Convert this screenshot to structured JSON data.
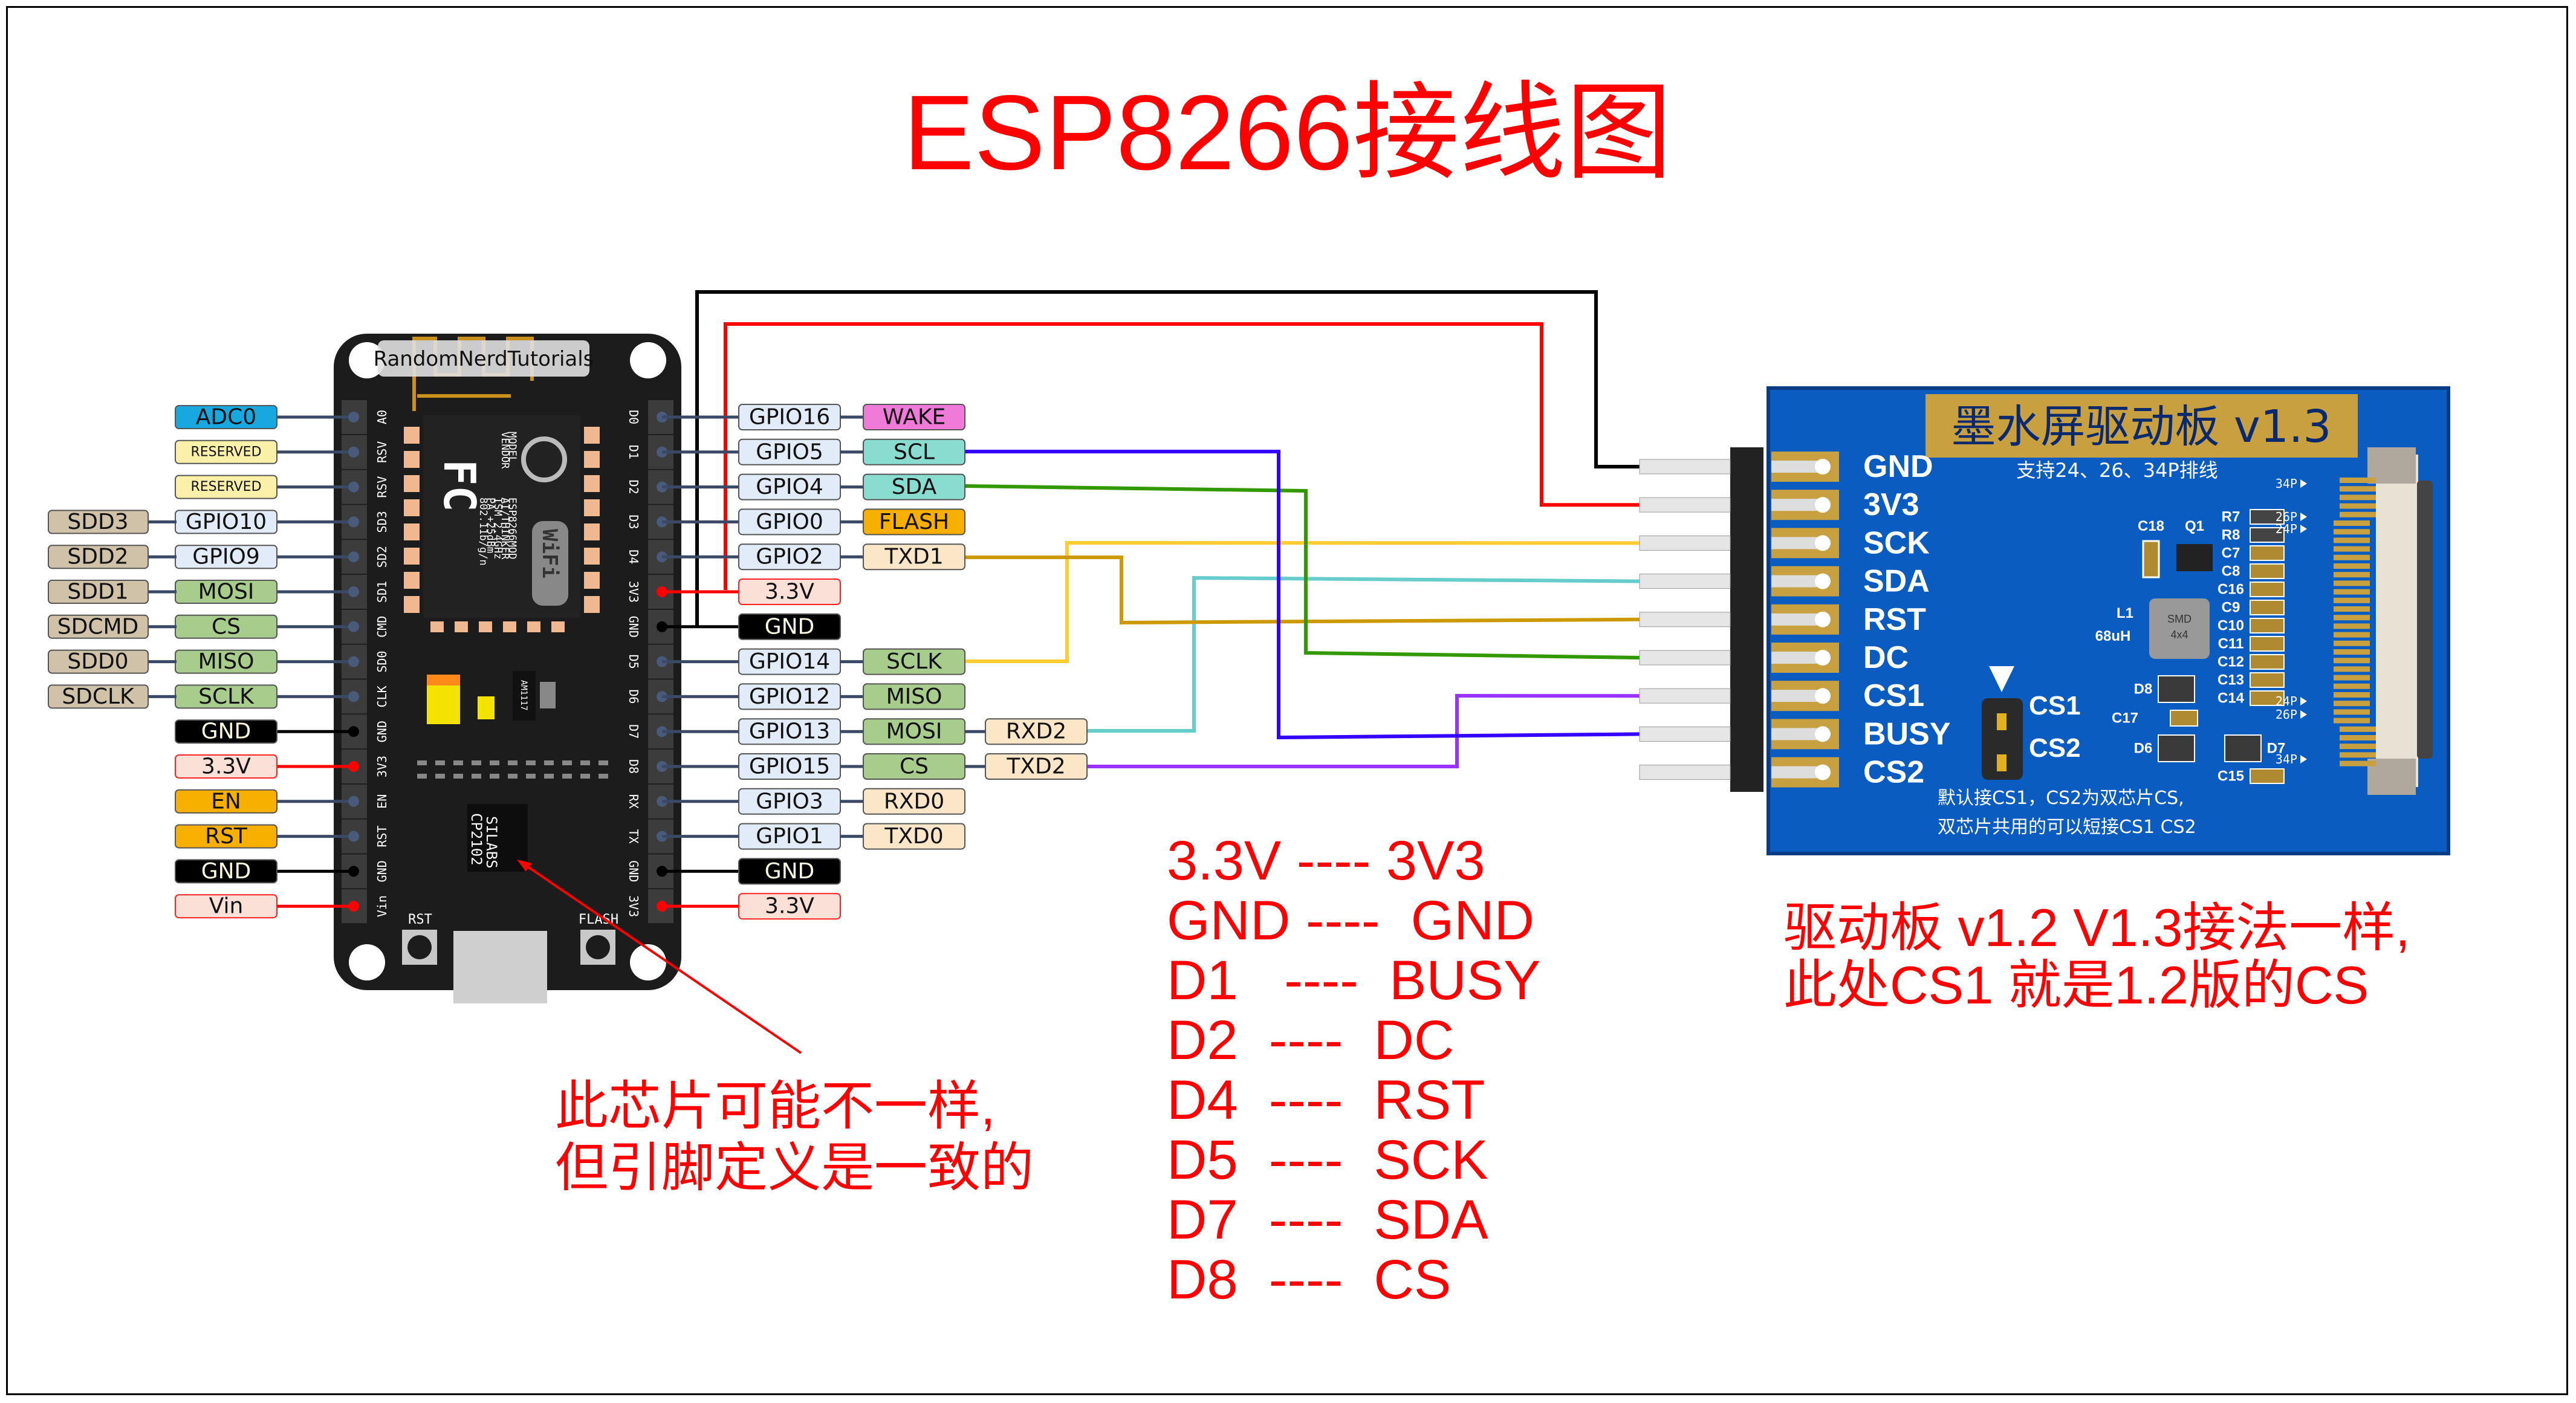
{
  "title": "ESP8266接线图",
  "esp_board": {
    "brand_label": "RandomNerdTutorials",
    "module_text": [
      "MODEL",
      "VENDOR",
      "ESP8266MOD",
      "AI/THINKER",
      "ISM 2.4GHz",
      "PA +25dBm",
      "802.11b/g/n"
    ],
    "fcc_label": "FC",
    "wifi_label": "WiFi",
    "regulator_label": "AM1117",
    "usb_chip_label": [
      "SILABS",
      "CP2102"
    ],
    "button_rst": "RST",
    "button_flash": "FLASH",
    "left_pin_silk": [
      "A0",
      "RSV",
      "RSV",
      "SD3",
      "SD2",
      "SD1",
      "CMD",
      "SD0",
      "CLK",
      "GND",
      "3V3",
      "EN",
      "RST",
      "GND",
      "Vin"
    ],
    "right_pin_silk": [
      "D0",
      "D1",
      "D2",
      "D3",
      "D4",
      "3V3",
      "GND",
      "D5",
      "D6",
      "D7",
      "D8",
      "RX",
      "TX",
      "GND",
      "3V3"
    ]
  },
  "left_labels": [
    {
      "outer": "",
      "inner": "ADC0",
      "type": "adc"
    },
    {
      "outer": "",
      "inner": "RESERVED",
      "type": "reserved"
    },
    {
      "outer": "",
      "inner": "RESERVED",
      "type": "reserved"
    },
    {
      "outer": "SDD3",
      "inner": "GPIO10",
      "type": "gpio"
    },
    {
      "outer": "SDD2",
      "inner": "GPIO9",
      "type": "gpio"
    },
    {
      "outer": "SDD1",
      "inner": "MOSI",
      "type": "spi"
    },
    {
      "outer": "SDCMD",
      "inner": "CS",
      "type": "spi"
    },
    {
      "outer": "SDD0",
      "inner": "MISO",
      "type": "spi"
    },
    {
      "outer": "SDCLK",
      "inner": "SCLK",
      "type": "spi"
    },
    {
      "outer": "",
      "inner": "GND",
      "type": "gnd"
    },
    {
      "outer": "",
      "inner": "3.3V",
      "type": "power"
    },
    {
      "outer": "",
      "inner": "EN",
      "type": "ctrl"
    },
    {
      "outer": "",
      "inner": "RST",
      "type": "ctrl"
    },
    {
      "outer": "",
      "inner": "GND",
      "type": "gnd"
    },
    {
      "outer": "",
      "inner": "Vin",
      "type": "power"
    }
  ],
  "right_labels": [
    {
      "gpio": "GPIO16",
      "func": "WAKE",
      "func_type": "wake",
      "extra": ""
    },
    {
      "gpio": "GPIO5",
      "func": "SCL",
      "func_type": "i2c",
      "extra": ""
    },
    {
      "gpio": "GPIO4",
      "func": "SDA",
      "func_type": "i2c",
      "extra": ""
    },
    {
      "gpio": "GPIO0",
      "func": "FLASH",
      "func_type": "ctrl",
      "extra": ""
    },
    {
      "gpio": "GPIO2",
      "func": "TXD1",
      "func_type": "uart",
      "extra": ""
    },
    {
      "gpio": "3.3V",
      "func": "",
      "func_type": "power",
      "extra": ""
    },
    {
      "gpio": "GND",
      "func": "",
      "func_type": "gnd",
      "extra": ""
    },
    {
      "gpio": "GPIO14",
      "func": "SCLK",
      "func_type": "spi",
      "extra": ""
    },
    {
      "gpio": "GPIO12",
      "func": "MISO",
      "func_type": "spi",
      "extra": ""
    },
    {
      "gpio": "GPIO13",
      "func": "MOSI",
      "func_type": "spi",
      "extra": "RXD2"
    },
    {
      "gpio": "GPIO15",
      "func": "CS",
      "func_type": "spi",
      "extra": "TXD2"
    },
    {
      "gpio": "GPIO3",
      "func": "RXD0",
      "func_type": "uart",
      "extra": ""
    },
    {
      "gpio": "GPIO1",
      "func": "TXD0",
      "func_type": "uart",
      "extra": ""
    },
    {
      "gpio": "GND",
      "func": "",
      "func_type": "gnd",
      "extra": ""
    },
    {
      "gpio": "3.3V",
      "func": "",
      "func_type": "power",
      "extra": ""
    }
  ],
  "epd_board": {
    "title": "墨水屏驱动板 v1.3",
    "subtitle": "支持24、26、34P排线",
    "pins": [
      "GND",
      "3V3",
      "SCK",
      "SDA",
      "RST",
      "DC",
      "CS1",
      "BUSY",
      "CS2"
    ],
    "jumper_labels": [
      "CS1",
      "CS2"
    ],
    "note_lines": [
      "默认接CS1，CS2为双芯片CS,",
      "双芯片共用的可以短接CS1 CS2"
    ],
    "components": [
      "C18",
      "Q1",
      "R7",
      "R8",
      "C7",
      "C8",
      "C16",
      "C9",
      "C10",
      "C11",
      "C12",
      "C13",
      "C14",
      "C17",
      "C15",
      "D8",
      "D6",
      "D7",
      "L1",
      "68uH"
    ],
    "inductor_label": [
      "SMD",
      "4x4"
    ],
    "fpc_markers": [
      "34P",
      "26P",
      "24P",
      "24P",
      "26P",
      "34P"
    ]
  },
  "wires": [
    {
      "from": "GND",
      "to": "GND",
      "color": "#000000"
    },
    {
      "from": "3.3V",
      "to": "3V3",
      "color": "#ff0000"
    },
    {
      "from": "SCLK",
      "to": "SCK",
      "color": "#ffcc33"
    },
    {
      "from": "RXD2",
      "to": "SDA",
      "color": "#66cccc"
    },
    {
      "from": "TXD1",
      "to": "RST",
      "color": "#cc9900"
    },
    {
      "from": "SDA",
      "to": "DC",
      "color": "#339900"
    },
    {
      "from": "TXD2",
      "to": "CS1",
      "color": "#9933ff"
    },
    {
      "from": "SCL",
      "to": "BUSY",
      "color": "#3300ff"
    }
  ],
  "pin_mapping": [
    {
      "left": "3.3V ---- 3V3"
    },
    {
      "left": "GND ----  GND"
    },
    {
      "left": "D1   ----  BUSY"
    },
    {
      "left": "D2  ----  DC"
    },
    {
      "left": "D4  ----  RST"
    },
    {
      "left": "D5  ----  SCK"
    },
    {
      "left": "D7  ----  SDA"
    },
    {
      "left": "D8  ----  CS"
    }
  ],
  "chip_note": [
    "此芯片可能不一样,",
    "但引脚定义是一致的"
  ],
  "board_note": [
    "驱动板 v1.2 V1.3接法一样,",
    "此处CS1 就是1.2版的CS"
  ],
  "colors": {
    "title_red": "#ff0000",
    "board_black": "#1c1c1c",
    "epd_blue": "#0a5cc0",
    "epd_gold": "#c8a040",
    "label_gpio": "#e2ecf8",
    "label_spi": "#a8cc8c",
    "label_i2c": "#88dcd0",
    "label_uart": "#fbe7c8",
    "label_wake": "#f07ad8",
    "label_ctrl": "#f8b000",
    "label_adc": "#18a8e0",
    "label_reserved": "#fbf0a8",
    "label_sd": "#cfc2a8",
    "label_power": "#fbe0d8",
    "label_gnd": "#000000"
  }
}
